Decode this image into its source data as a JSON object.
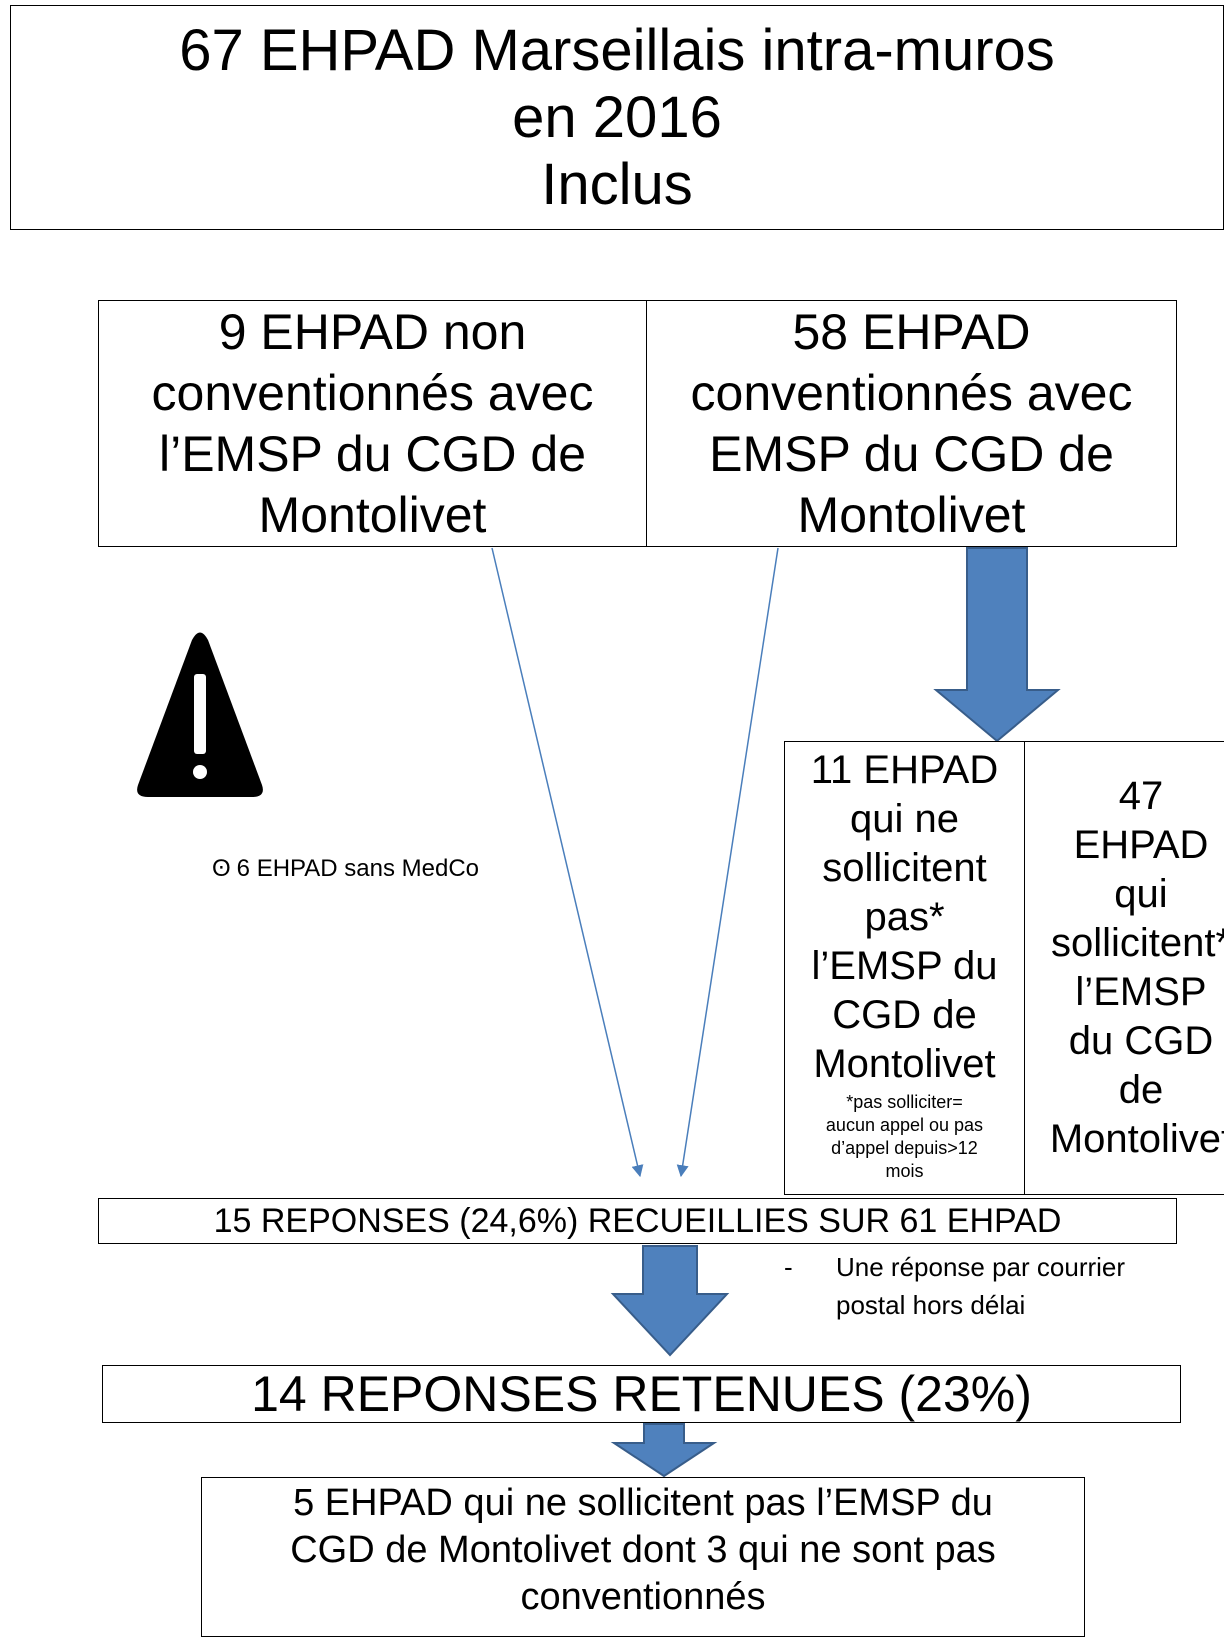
{
  "title_box": {
    "lines": [
      "67 EHPAD Marseillais intra-muros",
      "en 2016",
      "Inclus"
    ]
  },
  "left_top": {
    "lines": [
      "9 EHPAD non",
      "conventionnés avec",
      "l’EMSP du CGD de",
      "Montolivet"
    ]
  },
  "right_top": {
    "lines": [
      "58 EHPAD",
      "conventionnés avec",
      "EMSP du CGD de",
      "Montolivet"
    ]
  },
  "warning_icon": "warning-triangle-icon",
  "medco_note": {
    "bullet": "ʘ",
    "text": "6 EHPAD sans MedCo"
  },
  "box_11": {
    "lines": [
      "11 EHPAD",
      "qui ne",
      "sollicitent",
      "pas*",
      "l’EMSP du",
      "CGD de",
      "Montolivet"
    ],
    "footnote": [
      "*pas solliciter=",
      "aucun appel ou pas",
      "d’appel depuis>12",
      "mois"
    ]
  },
  "box_47": {
    "lines": [
      "47",
      "EHPAD",
      "qui",
      "sollicitent*",
      "l’EMSP",
      "du CGD",
      "de",
      "Montolivet"
    ]
  },
  "box_15": {
    "text": "15 REPONSES (24,6%) RECUEILLIES SUR 61 EHPAD"
  },
  "late_note": {
    "dash": "-",
    "lines": [
      "Une réponse par courrier",
      "postal hors délai"
    ]
  },
  "box_14": {
    "text": "14 REPONSES RETENUES (23%)"
  },
  "box_5": {
    "lines": [
      "5 EHPAD qui ne sollicitent pas l’EMSP du",
      "CGD de Montolivet dont 3 qui ne sont pas",
      "conventionnés"
    ]
  },
  "colors": {
    "arrow_fill": "#4f81bd",
    "arrow_stroke": "#385d8a",
    "thin_arrow": "#4a7ebb",
    "border": "#000000"
  }
}
